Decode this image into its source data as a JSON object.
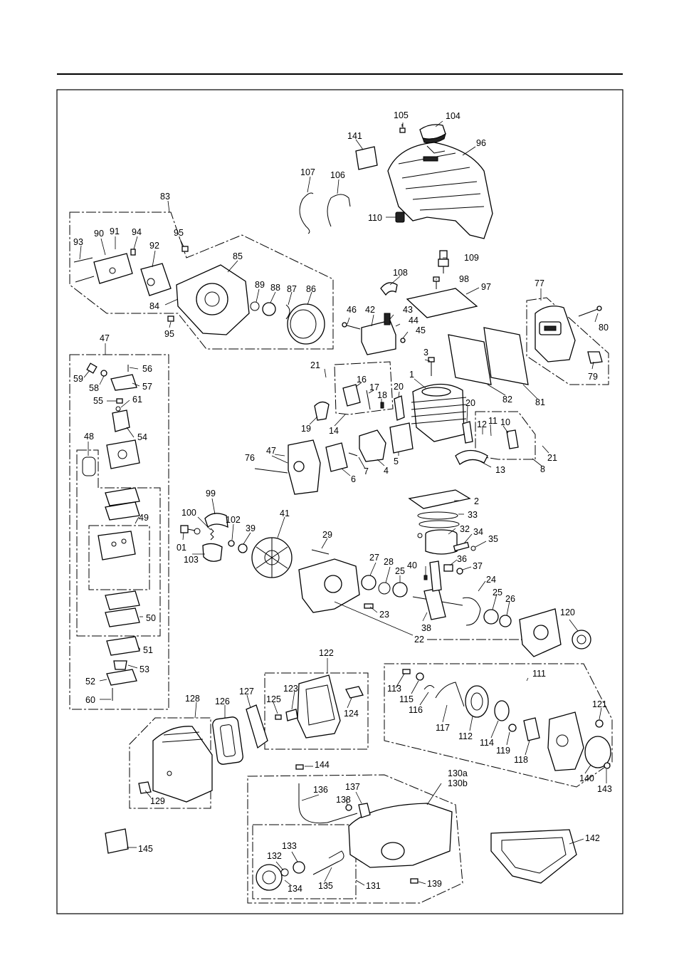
{
  "labels": {
    "1": "1",
    "2": "2",
    "3": "3",
    "4": "4",
    "5": "5",
    "6": "6",
    "7": "7",
    "8": "8",
    "10": "10",
    "11": "11",
    "12": "12",
    "13": "13",
    "14": "14",
    "16": "16",
    "17": "17",
    "18": "18",
    "19": "19",
    "20a": "20",
    "20b": "20",
    "21a": "21",
    "21b": "21",
    "22": "22",
    "23": "23",
    "24": "24",
    "25a": "25",
    "25b": "25",
    "26": "26",
    "27": "27",
    "28": "28",
    "29": "29",
    "32": "32",
    "33": "33",
    "34": "34",
    "35": "35",
    "36": "36",
    "37": "37",
    "38": "38",
    "39": "39",
    "40": "40",
    "41": "41",
    "42": "42",
    "43": "43",
    "44": "44",
    "45": "45",
    "46": "46",
    "47a": "47",
    "47b": "47",
    "48": "48",
    "49": "49",
    "50": "50",
    "51": "51",
    "52": "52",
    "53": "53",
    "54": "54",
    "55": "55",
    "56": "56",
    "57": "57",
    "58": "58",
    "59": "59",
    "60": "60",
    "61": "61",
    "76": "76",
    "77": "77",
    "79": "79",
    "80": "80",
    "81": "81",
    "82": "82",
    "83": "83",
    "84": "84",
    "85": "85",
    "86": "86",
    "87": "87",
    "88": "88",
    "89": "89",
    "90": "90",
    "91": "91",
    "92": "92",
    "93": "93",
    "94": "94",
    "95a": "95",
    "95b": "95",
    "96": "96",
    "97": "97",
    "98": "98",
    "99": "99",
    "100": "100",
    "101": "01",
    "102": "102",
    "103": "103",
    "104": "104",
    "105": "105",
    "106": "106",
    "107": "107",
    "108": "108",
    "109": "109",
    "110": "110",
    "111": "111",
    "112": "112",
    "113": "113",
    "114": "114",
    "115": "115",
    "116": "116",
    "117": "117",
    "118": "118",
    "119": "119",
    "120": "120",
    "121": "121",
    "122": "122",
    "123": "123",
    "124": "124",
    "125": "125",
    "126": "126",
    "127": "127",
    "128": "128",
    "129": "129",
    "130a": "130a",
    "130b": "130b",
    "131": "131",
    "132": "132",
    "133": "133",
    "134": "134",
    "135": "135",
    "136": "136",
    "137": "137",
    "138": "138",
    "139": "139",
    "140": "140",
    "141": "141",
    "142": "142",
    "143": "143",
    "144": "144",
    "145": "145"
  }
}
